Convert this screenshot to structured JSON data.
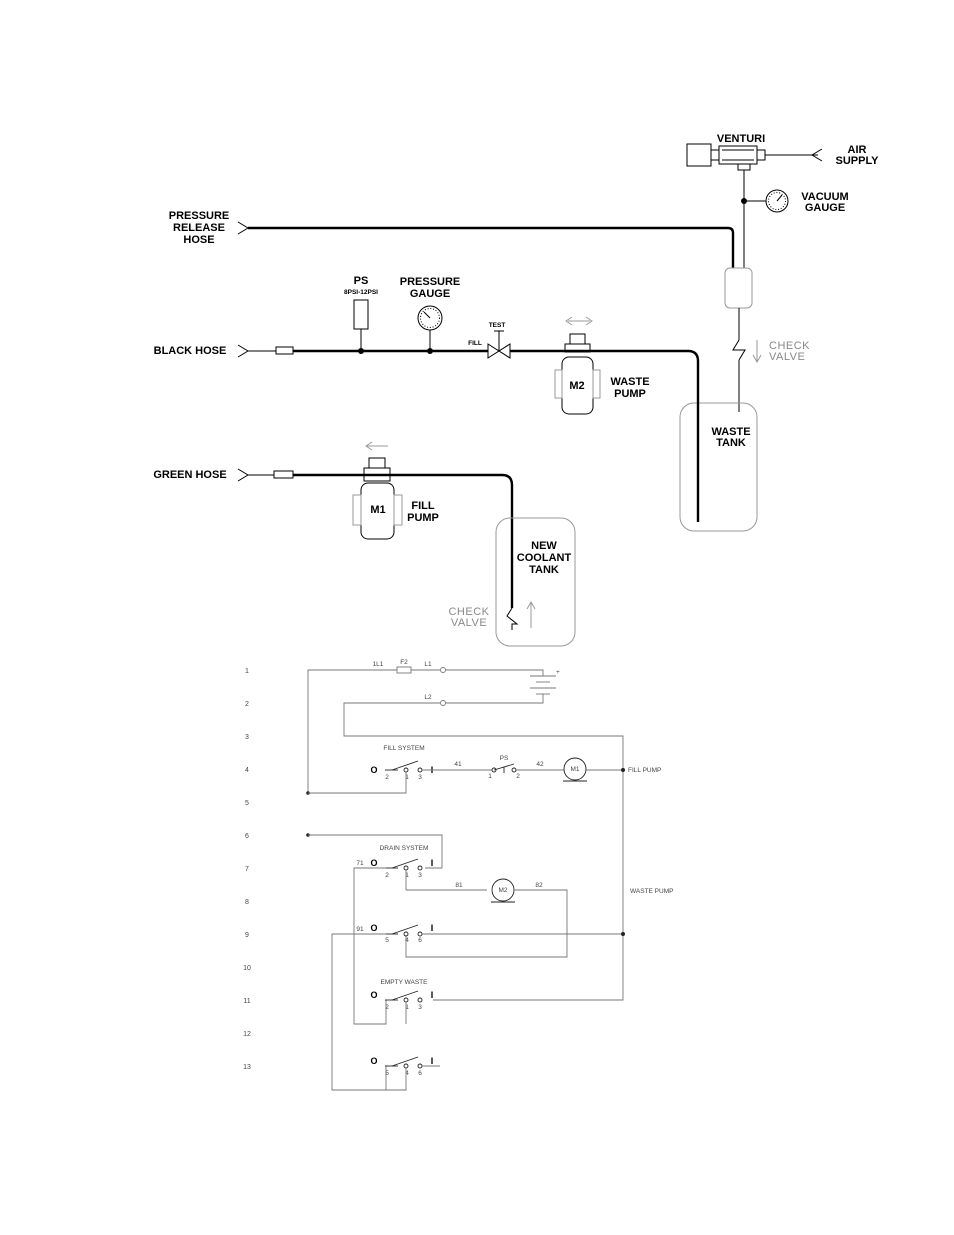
{
  "hydraulic": {
    "venturi": "VENTURI",
    "air_supply": [
      "AIR",
      "SUPPLY"
    ],
    "vacuum_gauge": [
      "VACUUM",
      "GAUGE"
    ],
    "pressure_release_hose": [
      "PRESSURE",
      "RELEASE",
      "HOSE"
    ],
    "ps": "PS",
    "ps_range": "8PSI-12PSI",
    "pressure_gauge": [
      "PRESSURE",
      "GAUGE"
    ],
    "test": "TEST",
    "fill": "FILL",
    "black_hose": "BLACK HOSE",
    "m2": "M2",
    "waste_pump": [
      "WASTE",
      "PUMP"
    ],
    "check_valve_upper": [
      "CHECK",
      "VALVE"
    ],
    "waste_tank": [
      "WASTE",
      "TANK"
    ],
    "green_hose": "GREEN HOSE",
    "m1": "M1",
    "fill_pump": [
      "FILL",
      "PUMP"
    ],
    "new_coolant_tank": [
      "NEW",
      "COOLANT",
      "TANK"
    ],
    "check_valve_lower": [
      "CHECK",
      "VALVE"
    ]
  },
  "electrical": {
    "row_numbers": [
      "1",
      "2",
      "3",
      "4",
      "5",
      "6",
      "7",
      "8",
      "9",
      "10",
      "11",
      "12",
      "13"
    ],
    "wire_1l1": "1L1",
    "fuse_f2": "F2",
    "wire_l1": "L1",
    "wire_l2": "L2",
    "battery_plus": "+",
    "fill_system": "FILL SYSTEM",
    "wire_41": "41",
    "ps": "PS",
    "wire_42": "42",
    "m1": "M1",
    "fill_pump": "FILL PUMP",
    "drain_system": "DRAIN SYSTEM",
    "wire_71": "71",
    "wire_81": "81",
    "m2": "M2",
    "wire_82": "82",
    "waste_pump": "WASTE PUMP",
    "wire_91": "91",
    "empty_waste": "EMPTY WASTE",
    "off": "O",
    "on": "I",
    "contact_2": "2",
    "contact_1": "1",
    "contact_3": "3",
    "contact_5": "5",
    "contact_4": "4",
    "contact_6": "6"
  }
}
